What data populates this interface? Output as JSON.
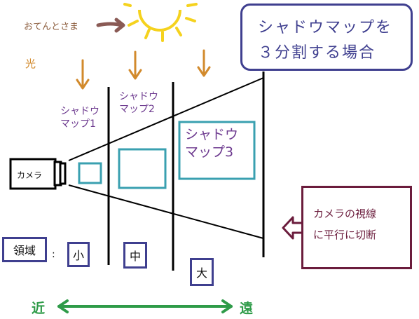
{
  "labels": {
    "sun": "おてんとさま",
    "light": "光",
    "camera": "カメラ",
    "map1_line1": "シャドウ",
    "map1_line2": "マップ1",
    "map2_line1": "シャドウ",
    "map2_line2": "マップ2",
    "map3_line1": "シャドウ",
    "map3_line2": "マップ3",
    "callout_line1": "シャドウマップを",
    "callout_line2": "３分割する場合",
    "region_title": "領域",
    "region_colon": ":",
    "size_small": "小",
    "size_medium": "中",
    "size_large": "大",
    "near": "近",
    "far": "遠",
    "cut_line1": "カメラの視線",
    "cut_line2": "に平行に切断"
  },
  "colors": {
    "callout": "#3f3f8f",
    "map_label": "#6d3a8f",
    "cascade_box": "#3aa0b0",
    "light_arrow": "#d28a2c",
    "sun": "#f5d21e",
    "sun_label": "#8a5a3a",
    "cut_box": "#6b1c3c",
    "near_far": "#2e9b48"
  }
}
